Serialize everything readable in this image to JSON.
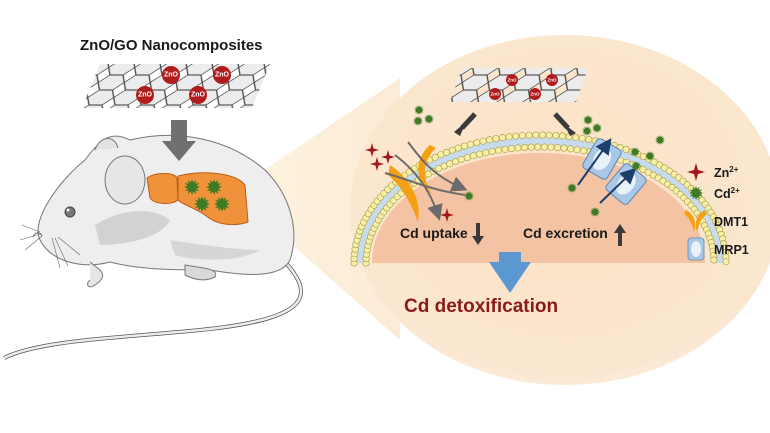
{
  "title": "ZnO/GO Nanocomposites",
  "nanosheet": {
    "particle_label": "ZnO",
    "particle_count_left": 4,
    "particle_count_right": 4
  },
  "processes": {
    "uptake_label": "Cd uptake",
    "uptake_direction": "down",
    "excretion_label": "Cd excretion",
    "excretion_direction": "up"
  },
  "result_label": "Cd detoxification",
  "legend": [
    {
      "icon": "zn-ion-star-icon",
      "label": "Zn",
      "sup": "2+"
    },
    {
      "icon": "cd-ion-burst-icon",
      "label": "Cd",
      "sup": "2+"
    },
    {
      "icon": "dmt1-transporter-icon",
      "label": "DMT1",
      "sup": ""
    },
    {
      "icon": "mrp1-transporter-icon",
      "label": "MRP1",
      "sup": ""
    }
  ],
  "colors": {
    "zno_particle": "#b01c1c",
    "liver": "#f0923a",
    "cd_ion": "#3f7a25",
    "zn_ion": "#a3181f",
    "dmt1": "#f5a012",
    "mrp1": "#a9c7e6",
    "cytoplasm": "#f3c3a4",
    "zoom_bubble": "#fbe6cc",
    "result_text": "#8b1a1a",
    "result_arrow": "#5b97d1",
    "gray_arrow": "#6b6b6b"
  }
}
